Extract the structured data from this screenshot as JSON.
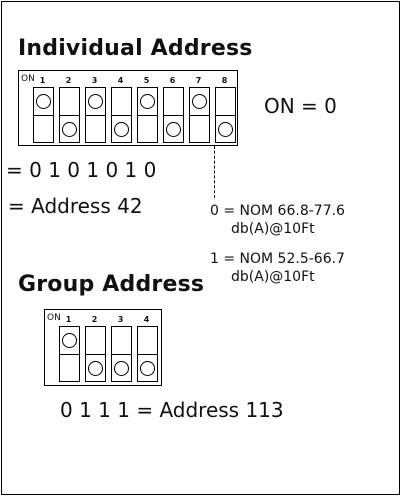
{
  "individual": {
    "title": "Individual Address",
    "on_label": "ON",
    "switch_numbers": [
      "1",
      "2",
      "3",
      "4",
      "5",
      "6",
      "7",
      "8"
    ],
    "switch_states": [
      0,
      1,
      0,
      1,
      0,
      1,
      0,
      1
    ],
    "on_equals": "ON = 0",
    "bits_line": "= 0  1  0  1  0  1  0",
    "address_line": "= Address 42",
    "notes": {
      "line1": "0 = NOM 66.8-77.6",
      "line2": "db(A)@10Ft",
      "line3": "1 = NOM 52.5-66.7",
      "line4": "db(A)@10Ft"
    }
  },
  "group": {
    "title": "Group Address",
    "on_label": "ON",
    "switch_numbers": [
      "1",
      "2",
      "3",
      "4"
    ],
    "switch_states": [
      0,
      1,
      1,
      1
    ],
    "address_line": "0  1  1  1 = Address 113"
  }
}
